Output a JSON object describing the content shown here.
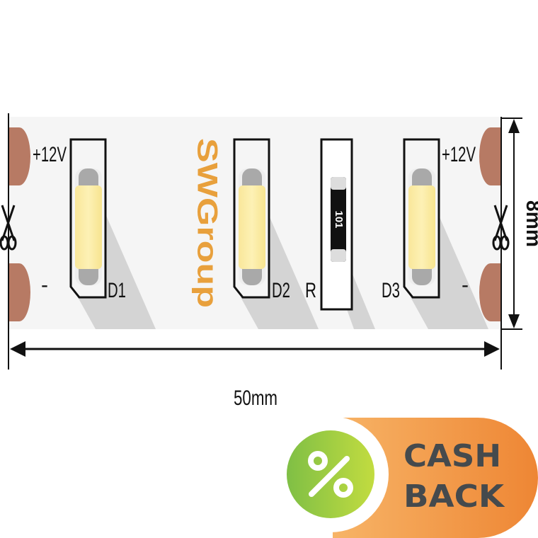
{
  "diagram": {
    "brand": "SWGroup",
    "voltage_left": "+12V",
    "voltage_right": "+12V",
    "minus_left": "-",
    "minus_right": "-",
    "components": [
      {
        "label": "D1"
      },
      {
        "label": "D2"
      },
      {
        "label": "R"
      },
      {
        "label": "D3"
      }
    ],
    "resistor_code": "101",
    "width_dimension": "50mm",
    "height_dimension": "8mm",
    "colors": {
      "pad": "#b77a64",
      "brand": "#e8a03c",
      "led": "#fbeeaa"
    }
  },
  "badge": {
    "line1": "CASH",
    "line2": "BACK",
    "icon": "percent-icon",
    "colors": {
      "orange": "#ee8a3a",
      "green": "#8cc63f"
    }
  }
}
